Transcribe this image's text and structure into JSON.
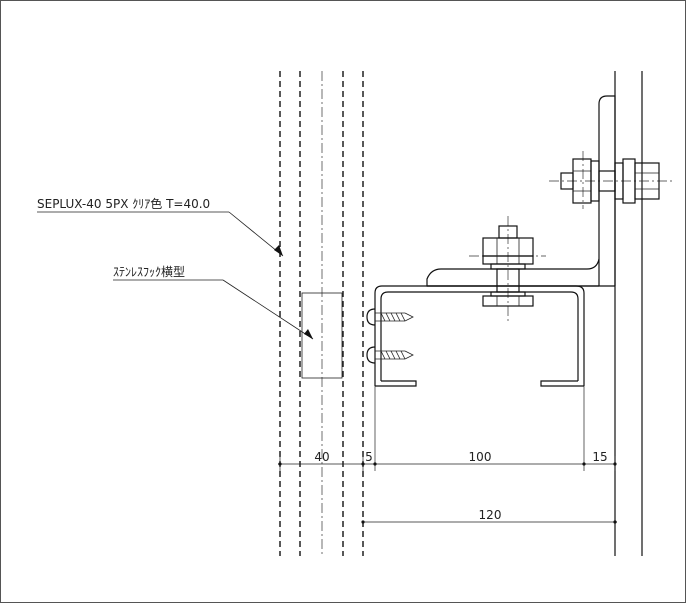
{
  "annotations": {
    "panel_label": "SEPLUX-40 5PX ｸﾘｱ色 T=40.0",
    "bracket_label": "ｽﾃﾝﾚｽﾌｯｸ横型"
  },
  "dimensions": {
    "panel_thickness": "40",
    "gap": "5",
    "hook_depth": "100",
    "wall_offset": "15",
    "overall": "120"
  }
}
